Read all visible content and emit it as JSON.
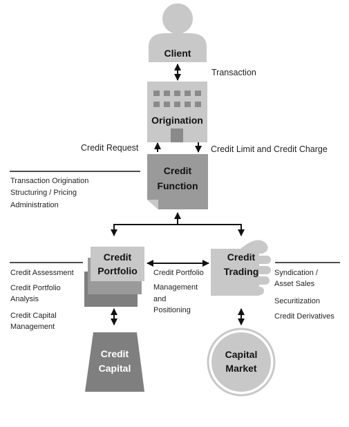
{
  "nodes": {
    "client": "Client",
    "origination": "Origination",
    "credit_function": [
      "Credit",
      "Function"
    ],
    "credit_portfolio": [
      "Credit",
      "Portfolio"
    ],
    "credit_trading": [
      "Credit",
      "Trading"
    ],
    "credit_capital": [
      "Credit",
      "Capital"
    ],
    "capital_market": [
      "Capital",
      "Market"
    ]
  },
  "labels": {
    "transaction": "Transaction",
    "credit_request": "Credit  Request",
    "credit_limit_charge": "Credit  Limit  and  Credit  Charge",
    "function_roles": [
      "Transaction  Origination",
      "Structuring / Pricing",
      "Administration"
    ],
    "portfolio_roles": [
      "Credit  Assessment",
      "Credit  Portfolio",
      "Analysis",
      "Credit  Capital",
      "Management"
    ],
    "middle_roles": [
      "Credit  Portfolio",
      "Management",
      "and",
      "Positioning"
    ],
    "trading_roles": [
      "Syndication /",
      "Asset Sales",
      "Securitization",
      "Credit  Derivatives"
    ]
  },
  "colors": {
    "light_gray": "#c8c8c8",
    "mid_gray": "#9a9a9a",
    "dark_gray": "#7f7f7f",
    "window_gray": "#8a8a8a",
    "line": "#111111"
  }
}
